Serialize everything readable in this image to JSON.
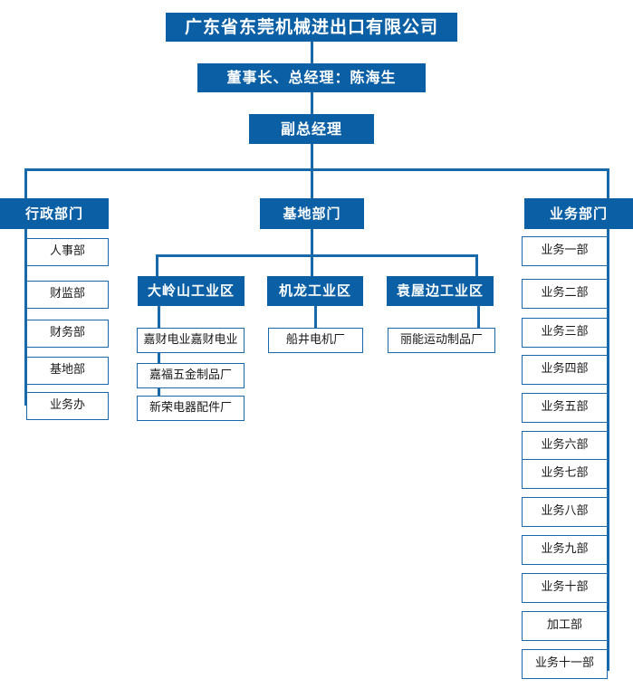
{
  "diagram": {
    "type": "organization-chart",
    "title_text": "广东省东莞机械进出口有限公司",
    "root": {
      "label": "广东省东莞机械进出口有限公司"
    },
    "executive": {
      "label": "董事长、总经理：陈海生"
    },
    "deputy": {
      "label": "副总经理"
    },
    "branches": {
      "admin": {
        "label": "行政部门",
        "children": [
          {
            "label": "人事部"
          },
          {
            "label": "财监部"
          },
          {
            "label": "财务部"
          },
          {
            "label": "基地部"
          },
          {
            "label": "业务办"
          }
        ]
      },
      "base": {
        "label": "基地部门",
        "zones": [
          {
            "label": "大岭山工业区",
            "factories": [
              {
                "label": "嘉财电业嘉财电业"
              },
              {
                "label": "嘉福五金制品厂"
              },
              {
                "label": "新荣电器配件厂"
              }
            ]
          },
          {
            "label": "机龙工业区",
            "factories": [
              {
                "label": "船井电机厂"
              }
            ]
          },
          {
            "label": "袁屋边工业区",
            "factories": [
              {
                "label": "丽能运动制品厂"
              }
            ]
          }
        ]
      },
      "business": {
        "label": "业务部门",
        "children": [
          {
            "label": "业务一部"
          },
          {
            "label": "业务二部"
          },
          {
            "label": "业务三部"
          },
          {
            "label": "业务四部"
          },
          {
            "label": "业务五部"
          },
          {
            "label": "业务六部"
          },
          {
            "label": "业务七部"
          },
          {
            "label": "业务八部"
          },
          {
            "label": "业务九部"
          },
          {
            "label": "业务十部"
          },
          {
            "label": "加工部"
          },
          {
            "label": "业务十一部"
          }
        ]
      }
    },
    "colors": {
      "node_fill": "#0a5fa5",
      "connector": "#1769aa",
      "node_border": "#1769aa",
      "node_text_light": "#ffffff",
      "node_text_dark": "#1a1a1a",
      "background": "#ffffff"
    }
  }
}
